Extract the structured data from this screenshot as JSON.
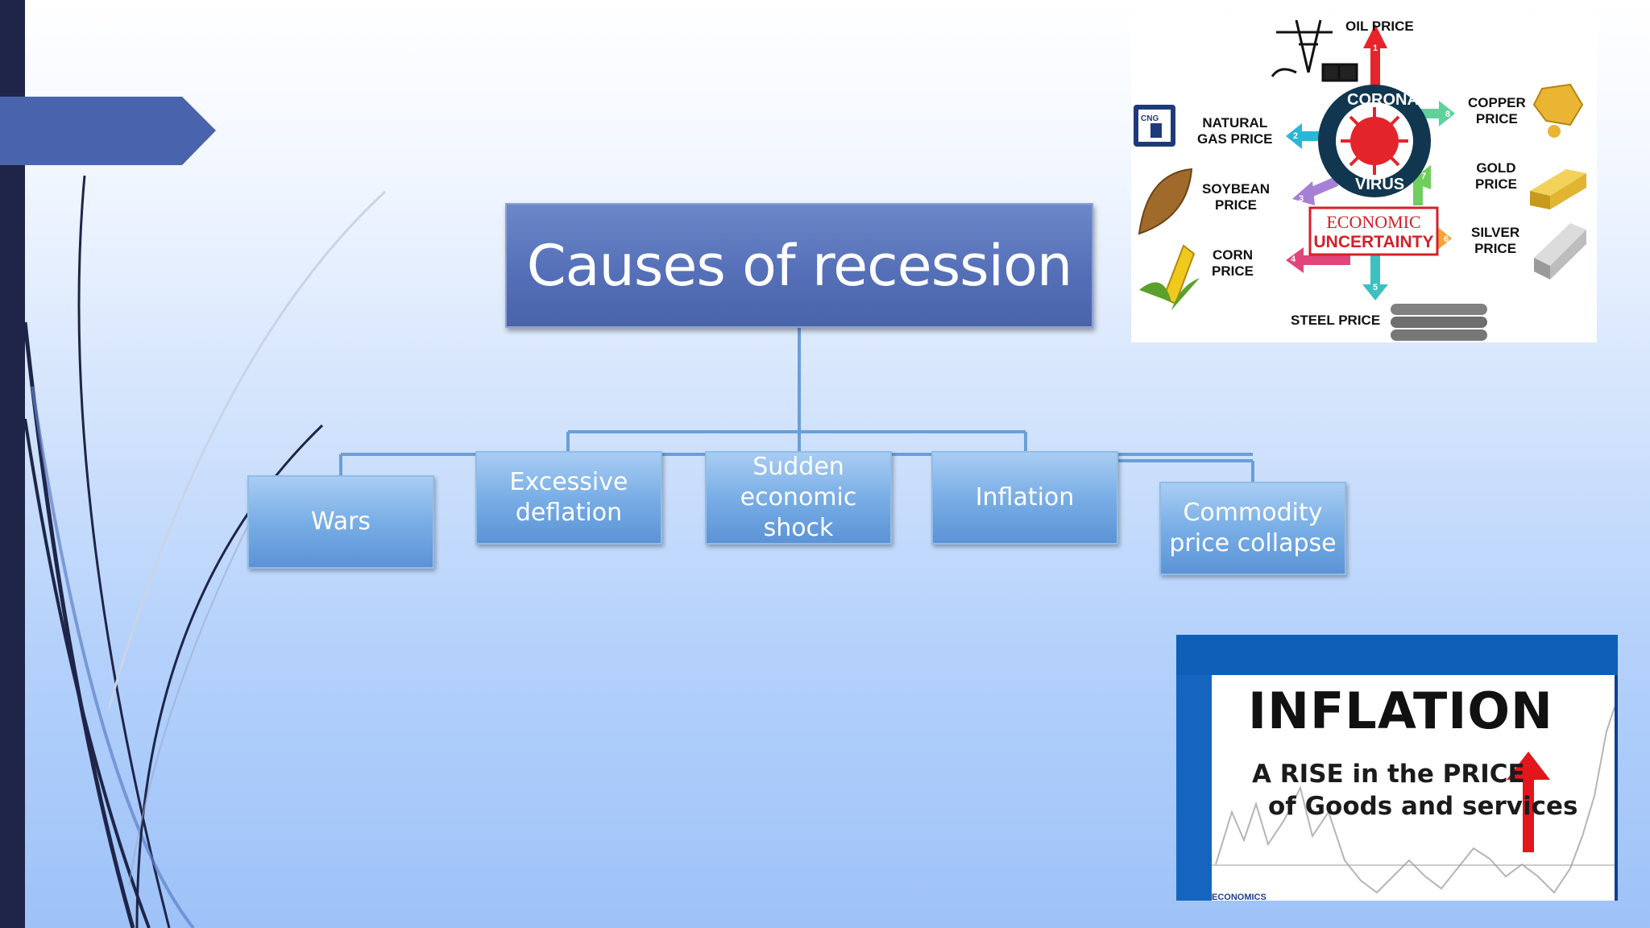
{
  "diagram": {
    "title": "Causes of recession",
    "causes": [
      "Wars",
      "Excessive\ndeflation",
      "Sudden\neconomic shock",
      "Inflation",
      "Commodity\nprice collapse"
    ]
  },
  "commodity_image": {
    "labels": {
      "oil": "OIL PRICE",
      "natural_gas": "NATURAL\nGAS PRICE",
      "soybean": "SOYBEAN\nPRICE",
      "corn": "CORN\nPRICE",
      "steel": "STEEL PRICE",
      "copper": "COPPER\nPRICE",
      "gold": "GOLD\nPRICE",
      "silver": "SILVER\nPRICE",
      "cng": "CNG",
      "economic": "ECONOMIC",
      "uncertainty": "UNCERTAINTY",
      "corona": "CORONA",
      "virus": "VIRUS",
      "arrow_numbers": [
        "1",
        "2",
        "3",
        "4",
        "5",
        "6",
        "7",
        "8"
      ]
    }
  },
  "inflation_image": {
    "title": "INFLATION",
    "line1": "A RISE in the PRICE",
    "line2": "of Goods and services",
    "brand": "ECONOMICS"
  },
  "colors": {
    "sidebar": "#1f2548",
    "accent_tab": "#4a63ad",
    "title_box": "#5570b8",
    "cause_box": "#79aee6",
    "connector": "#6a9fd8"
  }
}
